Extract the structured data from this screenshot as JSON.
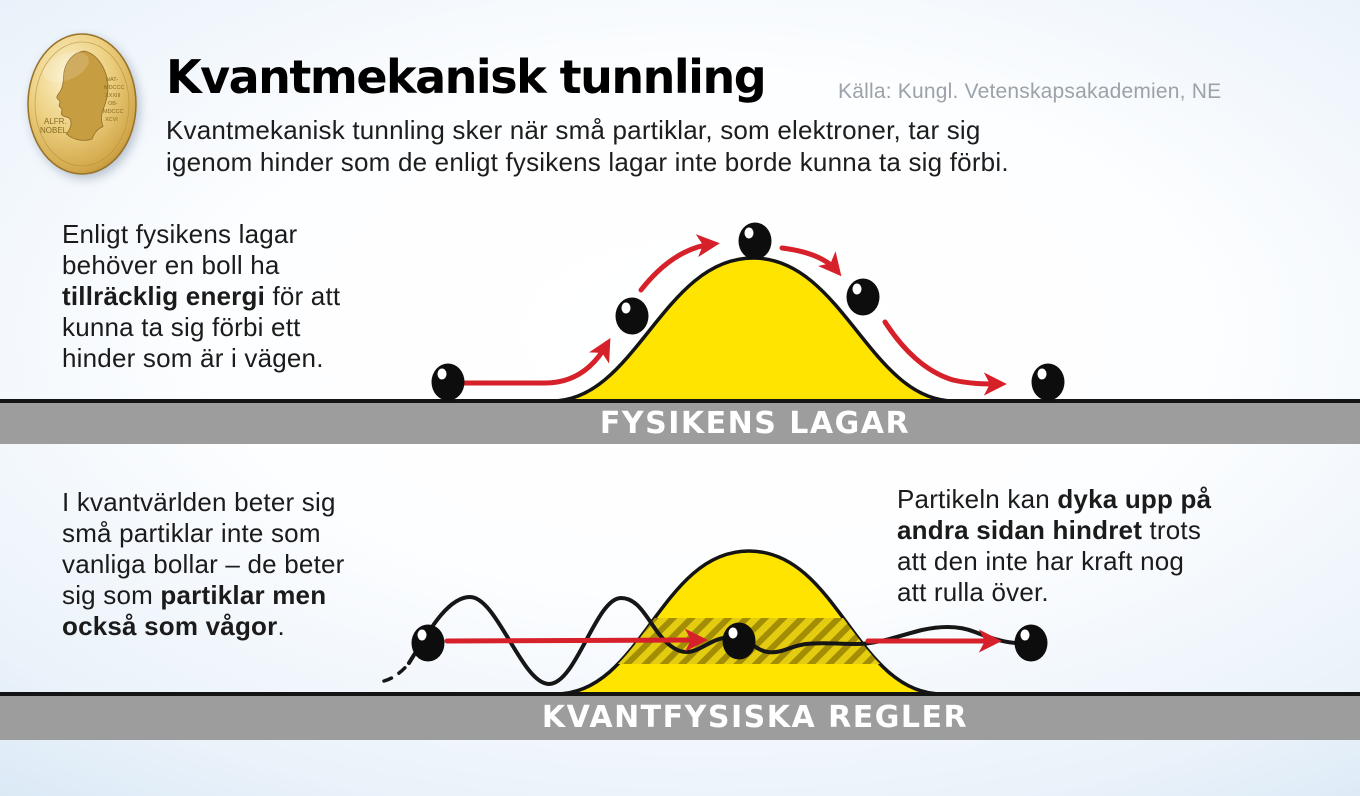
{
  "header": {
    "title": "Kvantmekanisk tunnling",
    "source": "Källa: Kungl. Vetenskapsakademien, NE",
    "intro": [
      "Kvantmekanisk tunnling sker när små partiklar, som elektroner, tar sig",
      "igenom hinder som de enligt fysikens lagar inte borde kunna ta sig förbi."
    ],
    "medal": {
      "icon": "nobel-medal-icon",
      "left_top": "ALFR.",
      "left_bottom": "NOBEL",
      "right_lines": [
        "NAT-",
        "MDCCC",
        "XXXIII",
        "OB-",
        "MDCCC",
        "XCVI"
      ]
    }
  },
  "classical": {
    "text": [
      [
        {
          "t": "Enligt fysikens lagar"
        }
      ],
      [
        {
          "t": "behöver en boll ha"
        }
      ],
      [
        {
          "t": "tillräcklig energi",
          "b": true
        },
        {
          "t": " för att"
        }
      ],
      [
        {
          "t": "kunna ta sig förbi ett"
        }
      ],
      [
        {
          "t": "hinder som är i vägen."
        }
      ]
    ],
    "caption": "FYSIKENS LAGAR"
  },
  "quantum": {
    "text_left": [
      [
        {
          "t": "I kvantvärlden beter sig"
        }
      ],
      [
        {
          "t": "små partiklar inte som"
        }
      ],
      [
        {
          "t": "vanliga bollar – de beter"
        }
      ],
      [
        {
          "t": "sig som "
        },
        {
          "t": "partiklar men",
          "b": true
        }
      ],
      [
        {
          "t": "också som vågor",
          "b": true
        },
        {
          "t": "."
        }
      ]
    ],
    "text_right": [
      [
        {
          "t": "Partikeln kan "
        },
        {
          "t": "dyka upp på",
          "b": true
        }
      ],
      [
        {
          "t": "andra sidan hindret",
          "b": true
        },
        {
          "t": " trots"
        }
      ],
      [
        {
          "t": "att den inte har kraft nog"
        }
      ],
      [
        {
          "t": "att rulla över."
        }
      ]
    ],
    "caption": "KVANTFYSISKA REGLER"
  },
  "colors": {
    "hill_yellow": "#ffe400",
    "arrow_red": "#d7212a",
    "bar_gray": "#9d9d9d",
    "ink": "#141414",
    "source_gray": "#9ba2a8"
  }
}
